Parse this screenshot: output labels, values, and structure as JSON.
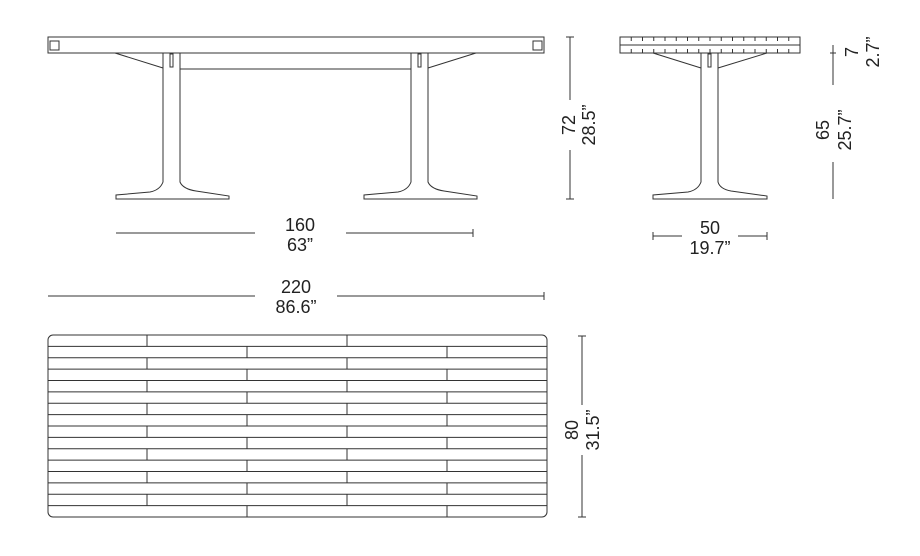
{
  "dimensions": {
    "leg_spacing": {
      "cm": "160",
      "in": "63”"
    },
    "length": {
      "cm": "220",
      "in": "86.6”"
    },
    "height": {
      "cm": "72",
      "in": "28.5”"
    },
    "depth_base": {
      "cm": "50",
      "in": "19.7”"
    },
    "top_thickness": {
      "cm": "7",
      "in": "2.7”"
    },
    "leg_height": {
      "cm": "65",
      "in": "25.7”"
    },
    "width": {
      "cm": "80",
      "in": "31.5”"
    }
  },
  "plan": {
    "slats": 16
  },
  "colors": {
    "line": "#333333",
    "text": "#222222"
  }
}
